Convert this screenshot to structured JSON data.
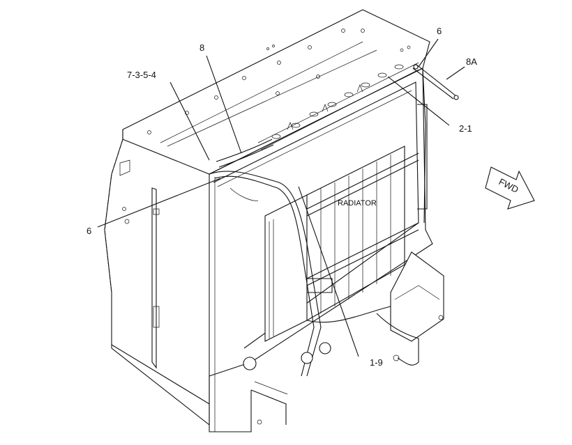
{
  "callouts": {
    "c_6_top": "6",
    "c_8a": "8A",
    "c_8": "8",
    "c_7354": "7-3-5-4",
    "c_21": "2-1",
    "c_6_left": "6",
    "c_19": "1-9"
  },
  "labels": {
    "radiator": "RADIATOR",
    "fwd": "FWD"
  }
}
